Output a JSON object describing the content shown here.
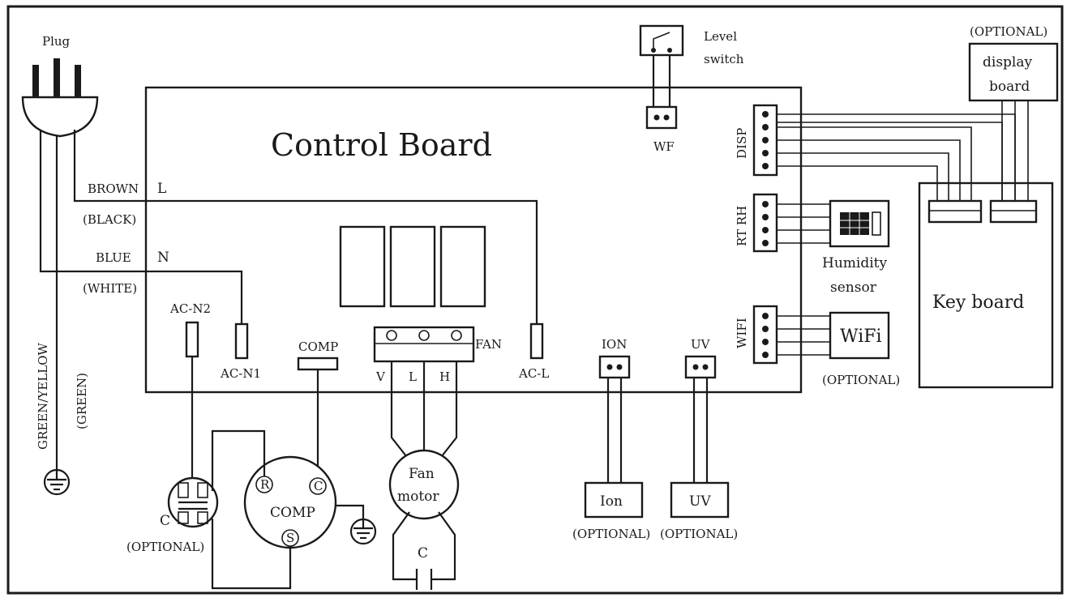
{
  "labels": {
    "plug": "Plug",
    "control_board": "Control Board",
    "level_switch_1": "Level",
    "level_switch_2": "switch",
    "wf": "WF",
    "optional_display": "(OPTIONAL)",
    "display_board_1": "display",
    "display_board_2": "board",
    "disp": "DISP",
    "rt_rh": "RT RH",
    "wifi_conn": "WIFI",
    "humidity_1": "Humidity",
    "humidity_2": "sensor",
    "wifi_module": "WiFi",
    "optional_wifi": "(OPTIONAL)",
    "key_board": "Key board",
    "brown": "BROWN",
    "black": "(BLACK)",
    "l_terminal": "L",
    "blue": "BLUE",
    "white": "(WHITE)",
    "n_terminal": "N",
    "green_yellow": "GREEN/YELLOW",
    "green": "(GREEN)",
    "ac_n2": "AC-N2",
    "ac_n1": "AC-N1",
    "comp_conn": "COMP",
    "fan_conn": "FAN",
    "fan_v": "V",
    "fan_l": "L",
    "fan_h": "H",
    "ac_l": "AC-L",
    "ion_conn": "ION",
    "uv_conn": "UV",
    "ion_module": "Ion",
    "uv_module": "UV",
    "optional_ion": "(OPTIONAL)",
    "optional_uv": "(OPTIONAL)",
    "fan_motor_1": "Fan",
    "fan_motor_2": "motor",
    "fan_cap": "C",
    "comp_body": "COMP",
    "comp_r": "R",
    "comp_c": "C",
    "comp_s": "S",
    "cap_c": "C",
    "optional_cap": "(OPTIONAL)"
  }
}
